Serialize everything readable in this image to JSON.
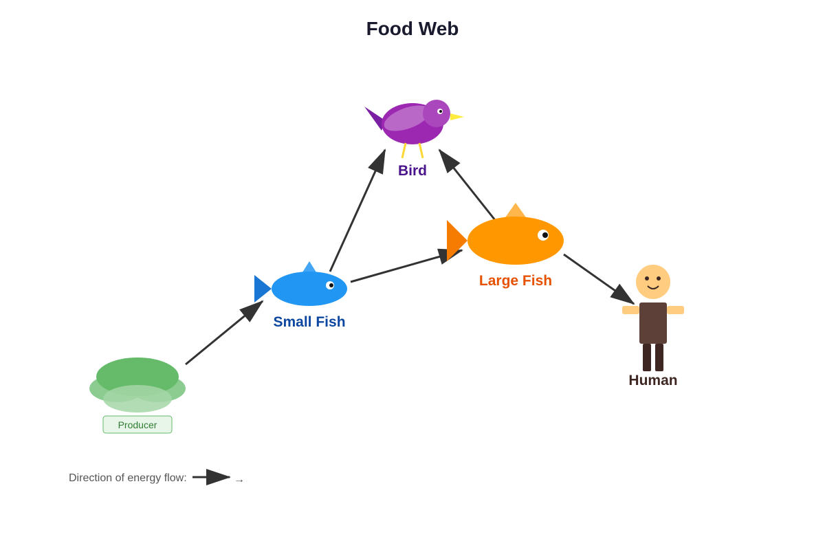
{
  "title": "Food Web",
  "nodes": {
    "producer": {
      "badge": "Producer"
    },
    "small_fish": {
      "label": "Small Fish",
      "color": "#0d47a1"
    },
    "large_fish": {
      "label": "Large Fish",
      "color": "#e65100"
    },
    "bird": {
      "label": "Bird",
      "color": "#4a148c"
    },
    "human": {
      "label": "Human",
      "color": "#3e2723"
    }
  },
  "edges": [
    {
      "from": "producer",
      "to": "small_fish"
    },
    {
      "from": "small_fish",
      "to": "bird"
    },
    {
      "from": "small_fish",
      "to": "large_fish"
    },
    {
      "from": "large_fish",
      "to": "bird"
    },
    {
      "from": "large_fish",
      "to": "human"
    }
  ],
  "legend": {
    "text": "Direction of energy flow:",
    "arrow_glyph": "→"
  },
  "colors": {
    "arrow": "#333333",
    "plant": "#66bb6a",
    "small_fish": "#2196f3",
    "large_fish": "#ff9800",
    "bird": "#9c27b0",
    "human_skin": "#ffcc80",
    "human_body": "#5d4037"
  },
  "icons": [
    "plant-icon",
    "small-fish-icon",
    "large-fish-icon",
    "bird-icon",
    "human-icon"
  ]
}
